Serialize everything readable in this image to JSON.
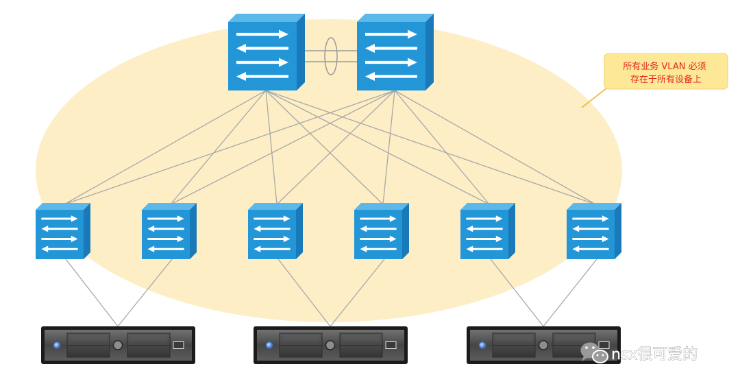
{
  "diagram": {
    "core_switches": [
      {
        "icon": "switch-icon"
      },
      {
        "icon": "switch-icon"
      }
    ],
    "access_switches": [
      {
        "icon": "switch-icon"
      },
      {
        "icon": "switch-icon"
      },
      {
        "icon": "switch-icon"
      },
      {
        "icon": "switch-icon"
      },
      {
        "icon": "switch-icon"
      },
      {
        "icon": "switch-icon"
      }
    ],
    "servers": [
      {
        "icon": "rack-server-icon"
      },
      {
        "icon": "rack-server-icon"
      },
      {
        "icon": "rack-server-icon"
      }
    ],
    "core_interlink": {
      "icon": "link-aggregation-icon",
      "members": 2
    },
    "core_to_access_links": [
      [
        0,
        0
      ],
      [
        0,
        1
      ],
      [
        0,
        2
      ],
      [
        0,
        3
      ],
      [
        0,
        4
      ],
      [
        0,
        5
      ],
      [
        1,
        0
      ],
      [
        1,
        1
      ],
      [
        1,
        2
      ],
      [
        1,
        3
      ],
      [
        1,
        4
      ],
      [
        1,
        5
      ]
    ],
    "access_to_server_links": [
      [
        0,
        0
      ],
      [
        1,
        0
      ],
      [
        2,
        1
      ],
      [
        3,
        1
      ],
      [
        4,
        2
      ],
      [
        5,
        2
      ]
    ],
    "callout": {
      "lines": [
        "所有业务 VLAN 必须",
        "存在于所有设备上"
      ]
    }
  },
  "watermark": {
    "icon": "wechat-icon",
    "text": "nsx很可爱的"
  },
  "colors": {
    "vlan_domain_fill": "#fdeec6",
    "switch_front": "#2396d8",
    "switch_top": "#5bb8e8",
    "switch_side": "#1a79b8",
    "switch_arrow": "#ffffff",
    "link": "#a8a8a8",
    "callout_fill": "#fce896",
    "callout_text": "#e02a1f",
    "callout_leader": "#e8b52c",
    "server_frame": "#1b1b1b",
    "server_led": "#3d7fe0",
    "watermark": "#9a9a9a"
  }
}
